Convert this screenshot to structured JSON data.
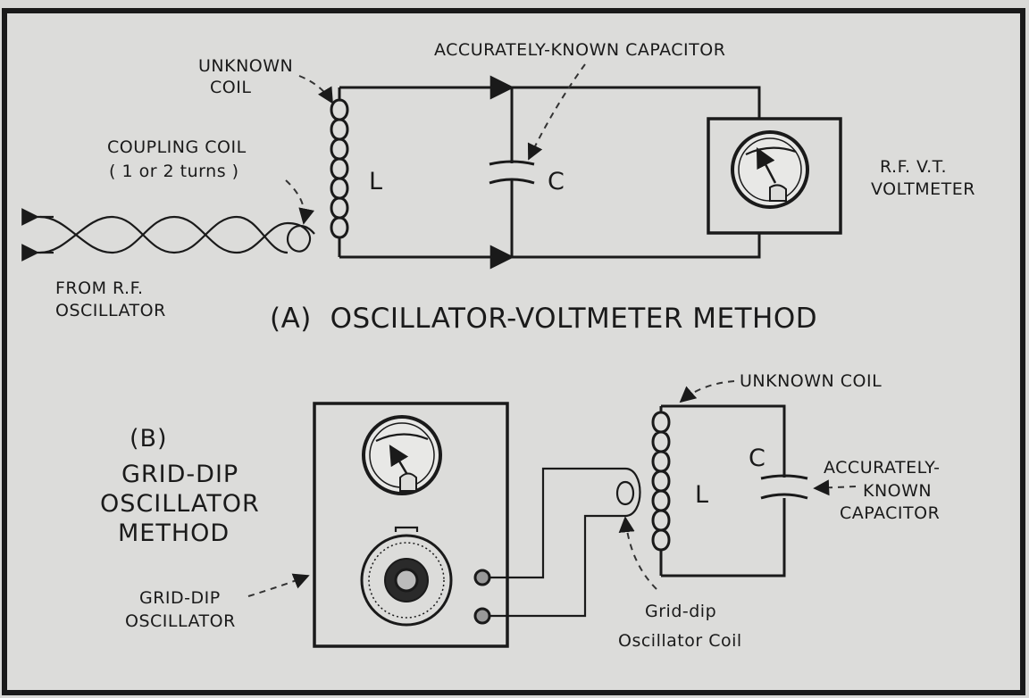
{
  "panel_a": {
    "title": "(A)  OSCILLATOR-VOLTMETER METHOD",
    "unknown_coil_line1": "UNKNOWN",
    "unknown_coil_line2": "COIL",
    "capacitor_label": "ACCURATELY-KNOWN CAPACITOR",
    "coupling_line1": "COUPLING COIL",
    "coupling_line2": "( 1 or 2 turns )",
    "from_line1": "FROM R.F.",
    "from_line2": "OSCILLATOR",
    "voltmeter_line1": "R.F. V.T.",
    "voltmeter_line2": "VOLTMETER",
    "l_symbol": "L",
    "c_symbol": "C"
  },
  "panel_b": {
    "title_line1": "(B)",
    "title_line2": "GRID-DIP",
    "title_line3": "OSCILLATOR",
    "title_line4": "METHOD",
    "gdo_line1": "GRID-DIP",
    "gdo_line2": "OSCILLATOR",
    "unknown_coil": "UNKNOWN COIL",
    "cap_line1": "ACCURATELY-",
    "cap_line2": "KNOWN",
    "cap_line3": "CAPACITOR",
    "coil_line1": "Grid-dip",
    "coil_line2": "Oscillator Coil",
    "l_symbol": "L",
    "c_symbol": "C"
  }
}
